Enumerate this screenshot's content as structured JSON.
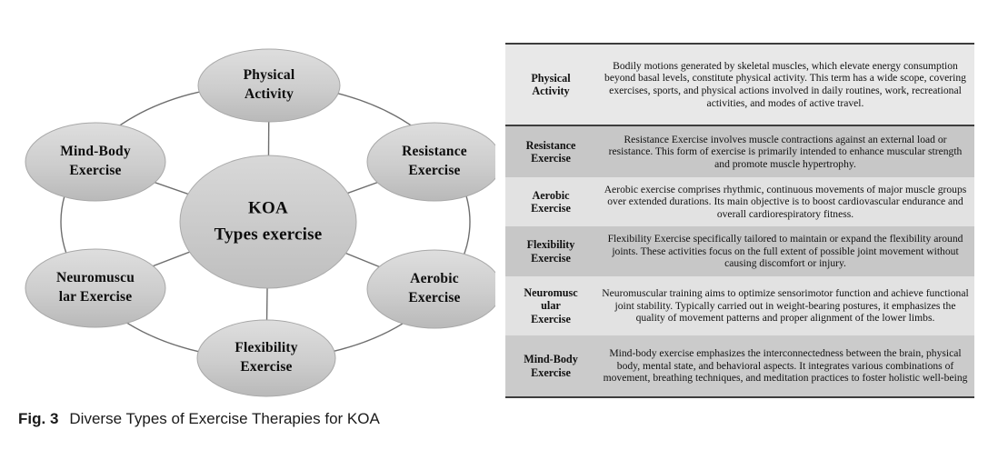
{
  "figure": {
    "caption_label": "Fig. 3",
    "caption_text": "Diverse Types of Exercise Therapies for KOA"
  },
  "diagram": {
    "center_node": {
      "label": "KOA\nTypes exercise"
    },
    "nodes": [
      {
        "id": "physical-activity",
        "label": "Physical\nActivity"
      },
      {
        "id": "mind-body-exercise",
        "label": "Mind-Body\nExercise"
      },
      {
        "id": "resistance-exercise",
        "label": "Resistance\nExercise"
      },
      {
        "id": "neuromuscular-exercise",
        "label": "Neuromuscu\nlar Exercise"
      },
      {
        "id": "aerobic-exercise",
        "label": "Aerobic\nExercise"
      },
      {
        "id": "flexibility-exercise",
        "label": "Flexibility\nExercise"
      }
    ]
  },
  "table": {
    "rows": [
      {
        "term": "Physical\nActivity",
        "description": "Bodily motions generated by skeletal muscles, which elevate energy consumption beyond basal levels, constitute physical activity. This term has a wide scope, covering exercises, sports, and physical actions involved in daily routines, work, recreational activities, and modes of active travel."
      },
      {
        "term": "Resistance\nExercise",
        "description": "Resistance Exercise involves muscle contractions against an external load or resistance. This form of exercise is primarily intended to enhance muscular strength and promote muscle hypertrophy."
      },
      {
        "term": "Aerobic\nExercise",
        "description": "Aerobic exercise comprises rhythmic, continuous movements of major muscle groups over extended durations. Its main objective is to boost cardiovascular endurance and overall cardiorespiratory fitness."
      },
      {
        "term": "Flexibility\nExercise",
        "description": "Flexibility Exercise specifically tailored to maintain or expand the flexibility around joints. These activities focus on the full extent of possible joint movement without causing discomfort or injury."
      },
      {
        "term": "Neuromusc\nular\nExercise",
        "description": "Neuromuscular training aims to optimize sensorimotor function and achieve functional joint stability. Typically carried out in weight-bearing postures, it emphasizes the quality of movement patterns and proper alignment of the lower limbs."
      },
      {
        "term": "Mind-Body\nExercise",
        "description": "Mind-body exercise emphasizes the interconnectedness between the brain, physical body, mental state, and behavioral aspects. It integrates various combinations of movement, breathing techniques, and meditation practices to foster holistic well-being"
      }
    ]
  },
  "colors": {
    "node_fill_top": "#dddddd",
    "node_fill_bottom": "#b9b9b9",
    "node_stroke": "#a8a8a8",
    "connector": "#6e6e6e",
    "table_row_light": "#e2e2e2",
    "table_row_dark": "#c7c7c7",
    "table_border": "#3d3d3d"
  }
}
